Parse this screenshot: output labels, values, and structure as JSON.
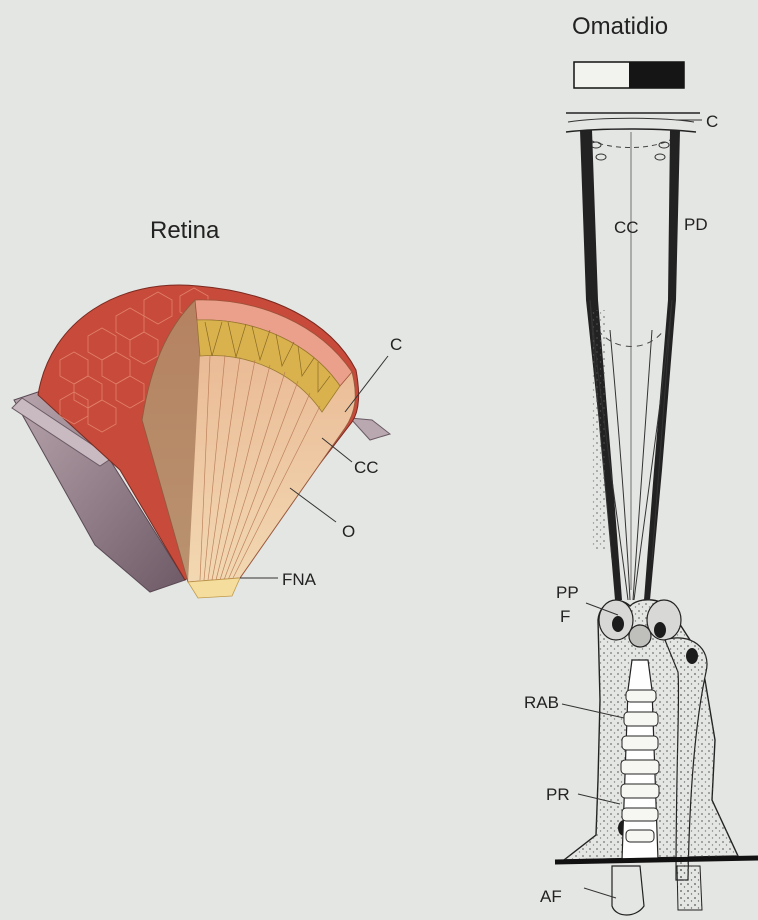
{
  "retina": {
    "title": "Retina",
    "labels": {
      "c": "C",
      "cc": "CC",
      "o": "O",
      "fna": "FNA"
    }
  },
  "ommatidium": {
    "title": "Omatidio",
    "labels": {
      "c": "C",
      "cc": "CC",
      "pd": "PD",
      "pp": "PP",
      "f": "F",
      "rab": "RAB",
      "pr": "PR",
      "af": "AF"
    }
  },
  "colors": {
    "background": "#e4e6e3",
    "cornea_red": "#c84a3a",
    "crystalline_yellow": "#d9b24e",
    "ommatidia_peach": "#e7b48c",
    "cup_purple": "#8d7683"
  }
}
